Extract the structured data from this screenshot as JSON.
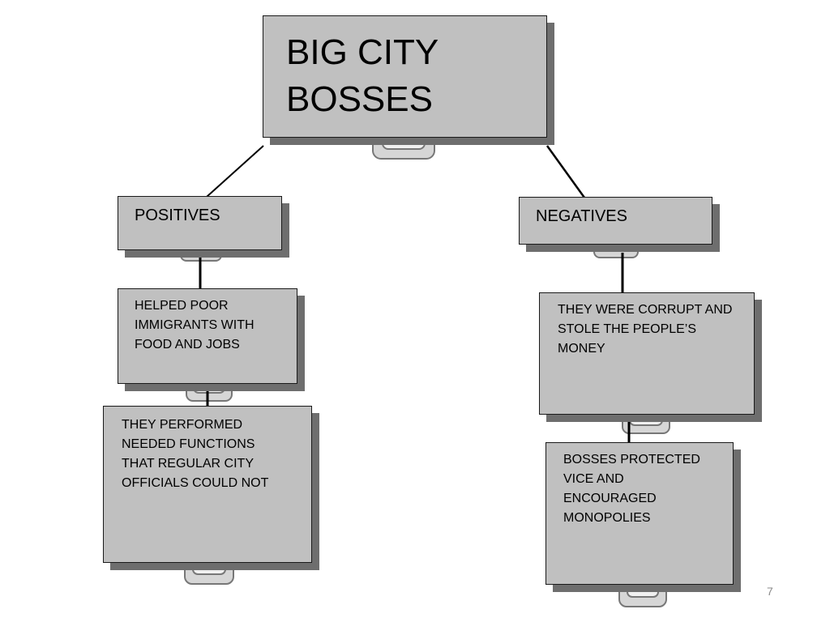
{
  "diagram": {
    "title": "BIG CITY BOSSES",
    "positives": {
      "label": "POSITIVES",
      "items": [
        "HELPED POOR IMMIGRANTS WITH FOOD AND JOBS",
        "THEY PERFORMED NEEDED FUNCTIONS THAT REGULAR CITY OFFICIALS COULD NOT"
      ]
    },
    "negatives": {
      "label": "NEGATIVES",
      "items": [
        "THEY WERE CORRUPT AND STOLE THE PEOPLE’S MONEY",
        "BOSSES PROTECTED VICE AND ENCOURAGED MONOPOLIES"
      ]
    }
  },
  "slide": {
    "page_number": "7"
  },
  "colors": {
    "box_fill": "#c0c0c0",
    "box_shadow": "#6e6e6e",
    "connector": "#000000",
    "tab_fill": "#d6d6d6",
    "tab_stroke": "#777777"
  }
}
